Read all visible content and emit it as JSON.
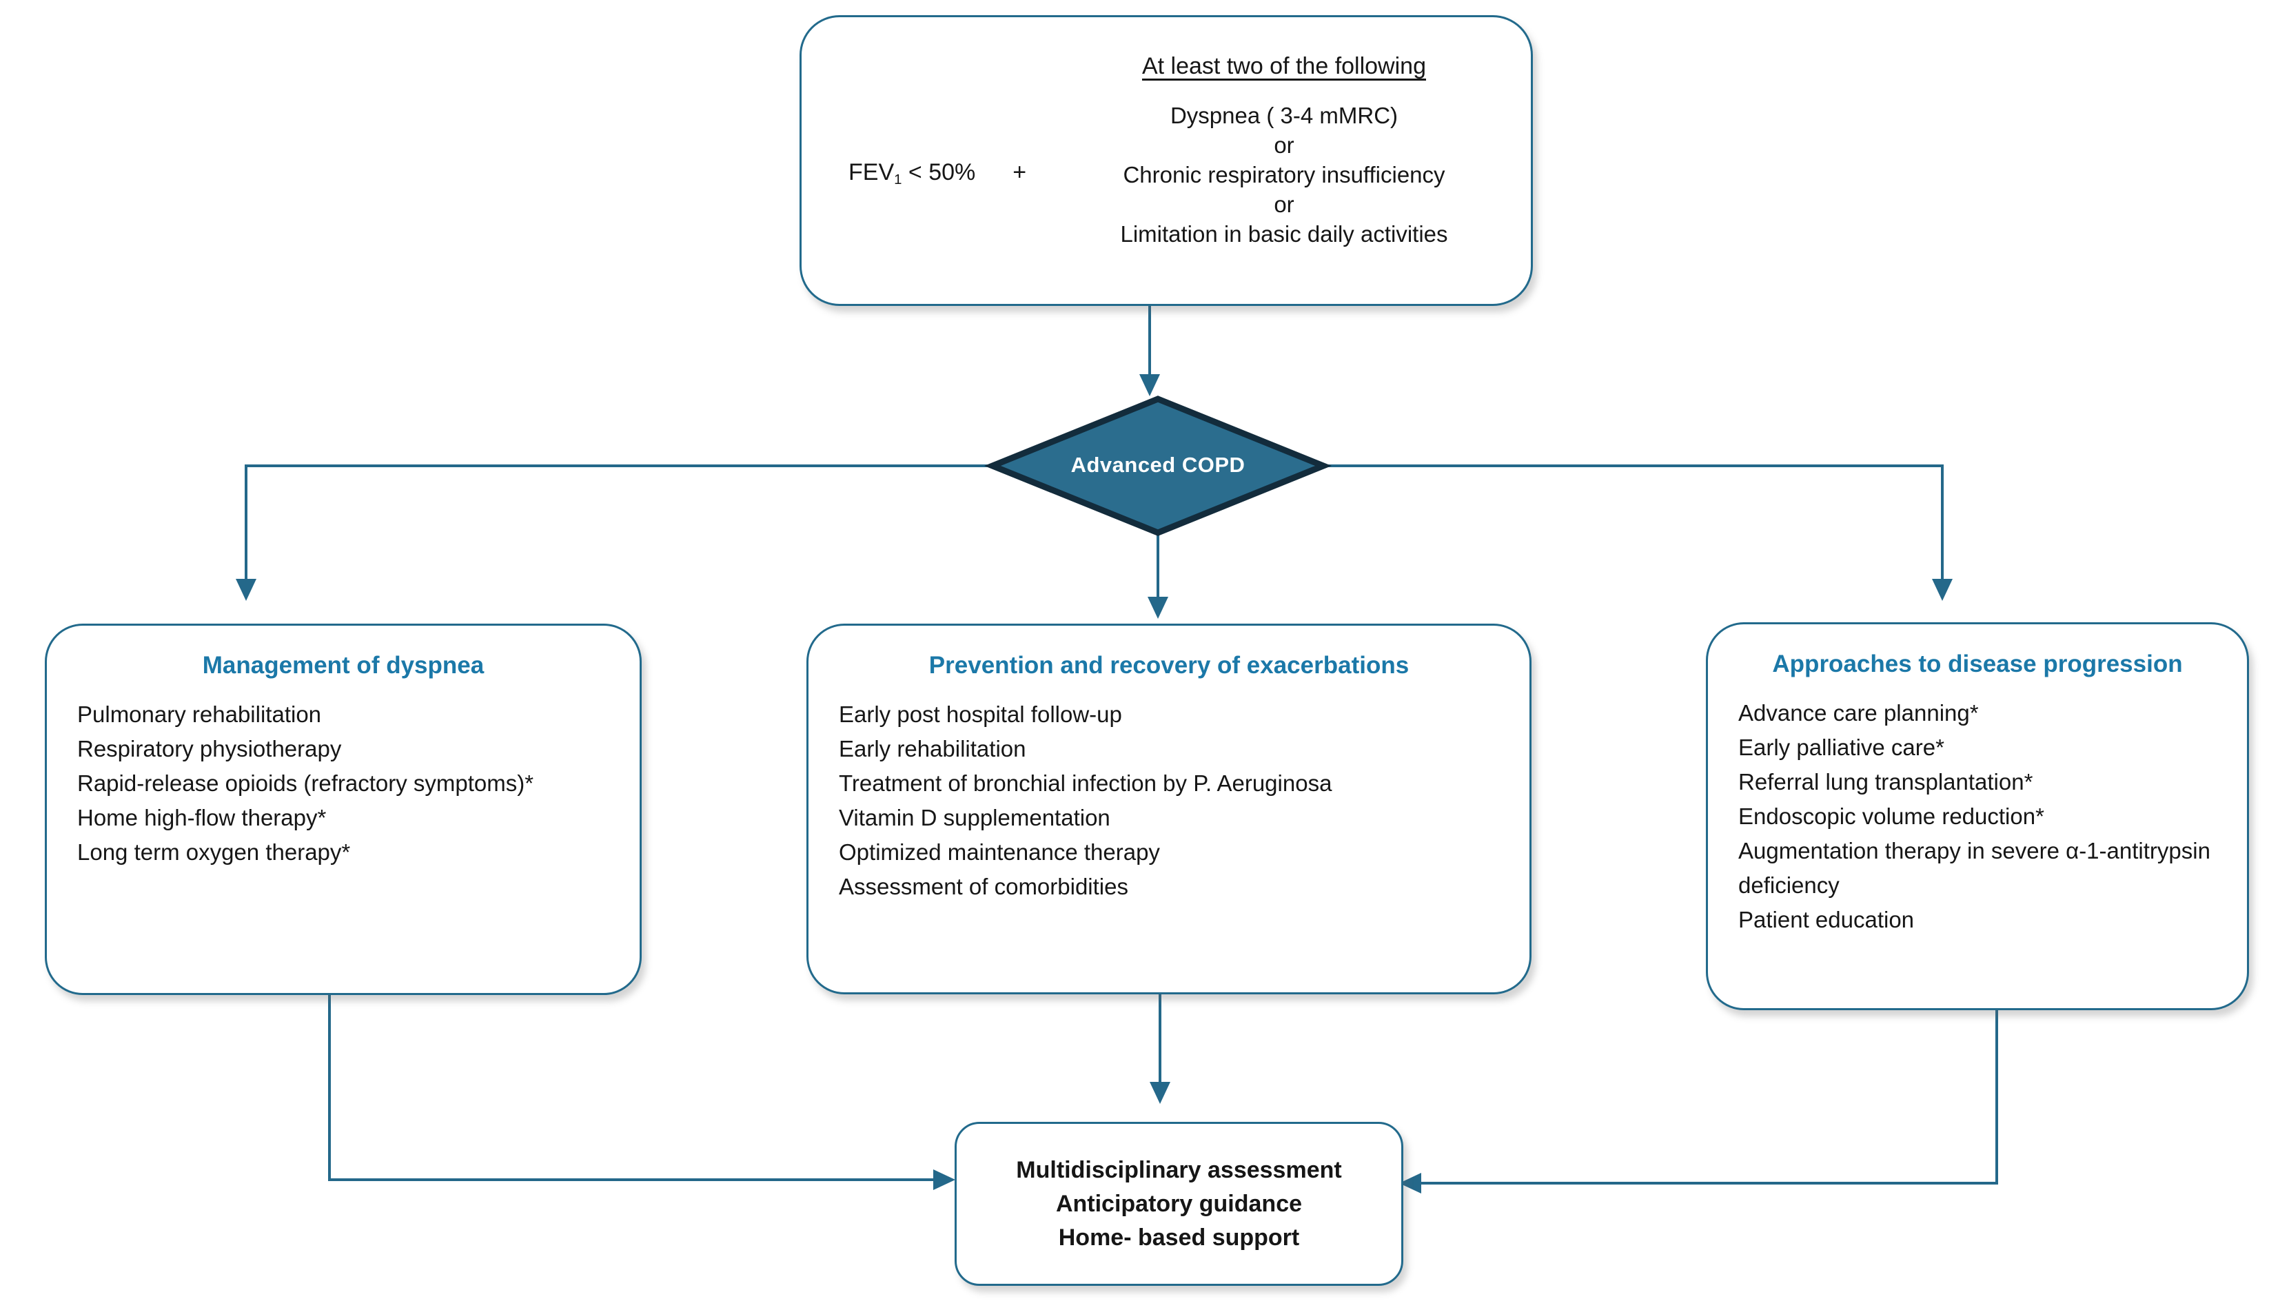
{
  "colors": {
    "line": "#24688a",
    "box_border": "#226a8c",
    "diamond_fill": "#2b6d8e",
    "diamond_border": "#132c3c",
    "title": "#1b78a8",
    "text": "#161616"
  },
  "top_box": {
    "fev": {
      "pre": "FEV",
      "sub": "1",
      "post": " < 50%"
    },
    "plus": "+",
    "heading": "At least two of the following",
    "criteria": [
      "Dyspnea ( 3-4 mMRC)",
      "or",
      "Chronic respiratory insufficiency",
      "or",
      "Limitation in basic daily activities"
    ]
  },
  "diamond": {
    "label": "Advanced COPD"
  },
  "boxes": {
    "dyspnea": {
      "title": "Management of dyspnea",
      "items": [
        "Pulmonary rehabilitation",
        "Respiratory physiotherapy",
        "Rapid-release opioids (refractory symptoms)*",
        "Home high-flow therapy*",
        "Long term oxygen therapy*"
      ]
    },
    "exacerbations": {
      "title": "Prevention and recovery of exacerbations",
      "items": [
        "Early post hospital follow-up",
        "Early rehabilitation",
        "Treatment of bronchial infection by P. Aeruginosa",
        "Vitamin D supplementation",
        "Optimized maintenance therapy",
        "Assessment of comorbidities"
      ]
    },
    "progression": {
      "title": "Approaches to disease progression",
      "items": [
        "Advance care planning*",
        "Early palliative care*",
        "Referral lung transplantation*",
        "Endoscopic volume reduction*",
        "Augmentation therapy in severe α-1-antitrypsin deficiency",
        "Patient education"
      ]
    }
  },
  "bottom_box": {
    "lines": [
      "Multidisciplinary assessment",
      "Anticipatory guidance",
      "Home- based support"
    ]
  }
}
